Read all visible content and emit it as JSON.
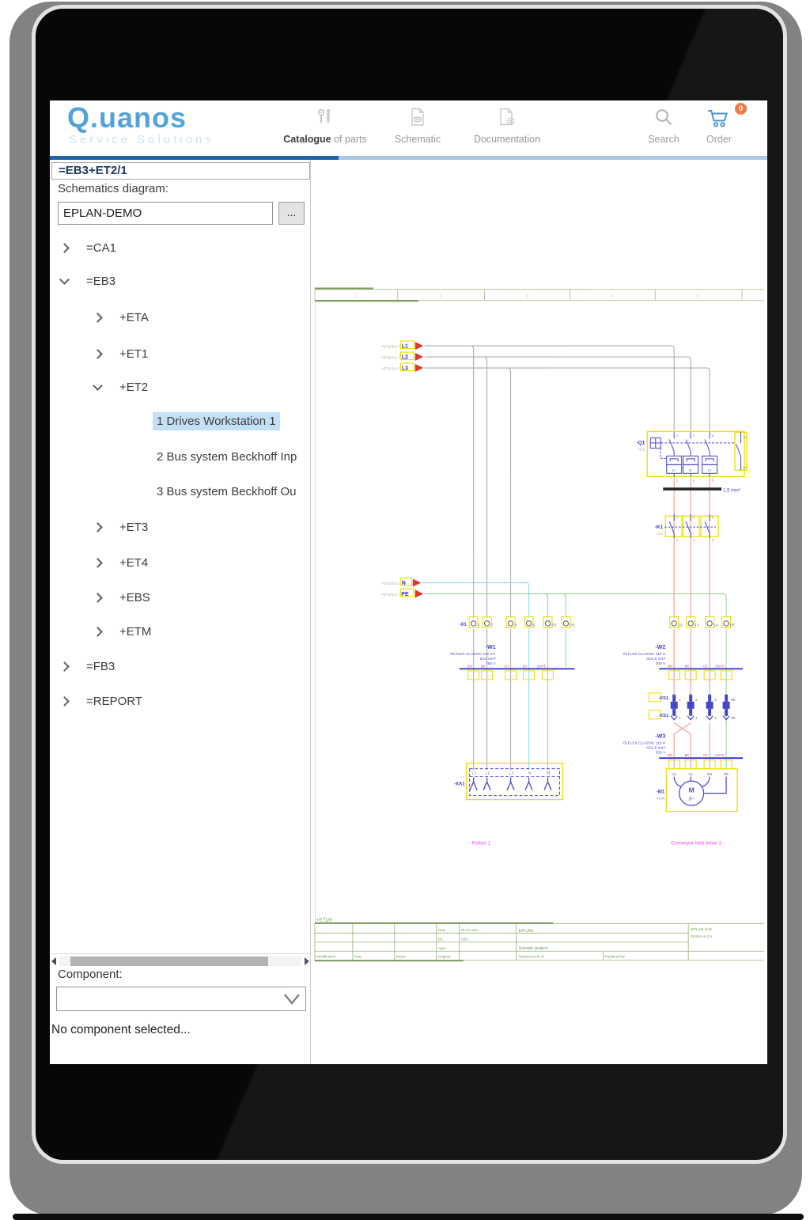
{
  "header": {
    "brand": "Q.uanos",
    "tagline": "Service Solutions",
    "accent_dark": "#1e61a7",
    "accent_light": "#a9c6e1",
    "nav": [
      {
        "label_strong": "Catalogue",
        "label_rest": " of parts"
      },
      {
        "label": "Schematic"
      },
      {
        "label": "Documentation"
      },
      {
        "label": "Search"
      },
      {
        "label": "Order",
        "badge": "0"
      }
    ]
  },
  "sidebar": {
    "selection_title": "=EB3+ET2/1",
    "diagram_label": "Schematics diagram:",
    "diagram_value": "EPLAN-DEMO",
    "browse_button": "...",
    "tree": [
      {
        "label": "=CA1"
      },
      {
        "label": "=EB3"
      },
      {
        "label": "+ETA"
      },
      {
        "label": "+ET1"
      },
      {
        "label": "+ET2"
      },
      {
        "label": "1 Drives Workstation 1"
      },
      {
        "label": "2 Bus system Beckhoff Inp"
      },
      {
        "label": "3 Bus system Beckhoff Ou"
      },
      {
        "label": "+ET3"
      },
      {
        "label": "+ET4"
      },
      {
        "label": "+EBS"
      },
      {
        "label": "+ETM"
      },
      {
        "label": "=FB3"
      },
      {
        "label": "=REPORT"
      }
    ],
    "component_label": "Component:",
    "component_value": "",
    "no_component_text": "No component selected..."
  },
  "schematic": {
    "colors": {
      "highlight_yellow": "#eedd00",
      "device_blue": "#3a3ac8",
      "phase_wire_red": "#f39a9a",
      "pe_wire_green": "#90d890",
      "n_wire_cyan": "#85dcea",
      "caption_magenta": "#f53df5",
      "titleblock_green": "#6f9b55"
    },
    "ruler": [
      "1",
      "2",
      "3",
      "4",
      "5"
    ],
    "feeds": [
      {
        "ref": "+ET1/3.1 /",
        "name": "L1"
      },
      {
        "ref": "+ET1/3.1 /",
        "name": "L2"
      },
      {
        "ref": "+ET1/3.2 /",
        "name": "L3"
      }
    ],
    "feeds2": [
      {
        "ref": "+ET1/3.3 /",
        "name": "N"
      },
      {
        "ref": "+ET1/3.2 /",
        "name": "PE"
      }
    ],
    "q1": {
      "name": "-Q1",
      "ref": "/4.1",
      "top": [
        "1",
        "3",
        "5"
      ],
      "bottom": [
        "2",
        "4",
        "6"
      ],
      "aux_top": "13",
      "aux_bottom": "14",
      "trip": "I>"
    },
    "wire_size": "1,5 mm²",
    "k1": {
      "name": "-K1",
      "ref": "/3.2",
      "top": [
        "1",
        "3",
        "5"
      ],
      "bottom": [
        "2",
        "4",
        "6"
      ]
    },
    "x1": {
      "name": "-X1",
      "left": [
        "6",
        "7",
        "8",
        "5",
        "PE",
        "PE"
      ],
      "right": [
        "12",
        "13",
        "14",
        "PE"
      ]
    },
    "w1": {
      "name": "-W1",
      "type": "ÖLFLEX CLASSIC 100 CY",
      "size": "5G1 mm²",
      "voltage": "750 V",
      "cores": [
        "BN",
        "BK",
        "GY",
        "BU",
        "GNYE"
      ]
    },
    "w2": {
      "name": "-W2",
      "type": "ÖLFLEX CLASSIC 110 H",
      "size": "4G2,5 mm²",
      "voltage": "300 V",
      "cores": [
        "BN",
        "BK",
        "GY",
        "GNYE"
      ]
    },
    "w3": {
      "name": "-W3",
      "type": "ÖLFLEX CLASSIC 110 H",
      "size": "4G2,5 mm²",
      "voltage": "300 V",
      "cores": [
        "BN",
        "BK",
        "GY",
        "GNYE"
      ]
    },
    "xs1": {
      "plug": "-XS1",
      "socket": "-XS1",
      "pins_top": [
        "1",
        "2",
        "3",
        "PE"
      ],
      "pins_bottom": [
        "1",
        "2",
        "3",
        "PE"
      ]
    },
    "xa1": {
      "name": "-XA1",
      "pins": [
        "L1",
        "L2",
        "L3",
        "N",
        "PE"
      ]
    },
    "m1": {
      "name": "-M1",
      "power": "4 kW",
      "letter": "M",
      "phases": "3~",
      "terminals": [
        "U1",
        "V1",
        "W1",
        "PE"
      ]
    },
    "captions": {
      "left": "Robot 1",
      "right": "Conveyor belt drive 1"
    },
    "titleblock": {
      "page_ref": "+ET1/8",
      "modification": "Modification",
      "date_col": "Date",
      "name_col": "Name",
      "original": "Original",
      "date_label": "Date",
      "date_value": "05.07.2011",
      "ed_label": "Ed.",
      "ed_value": "HJN",
      "appr_label": "Appr",
      "company": "EPLAN",
      "project": "Sample project",
      "replacement_of": "Replacement of",
      "replaced_by": "Replaced by",
      "vendor_line1": "EPLAN Soft",
      "vendor_line2": "GmbH & Co"
    }
  }
}
